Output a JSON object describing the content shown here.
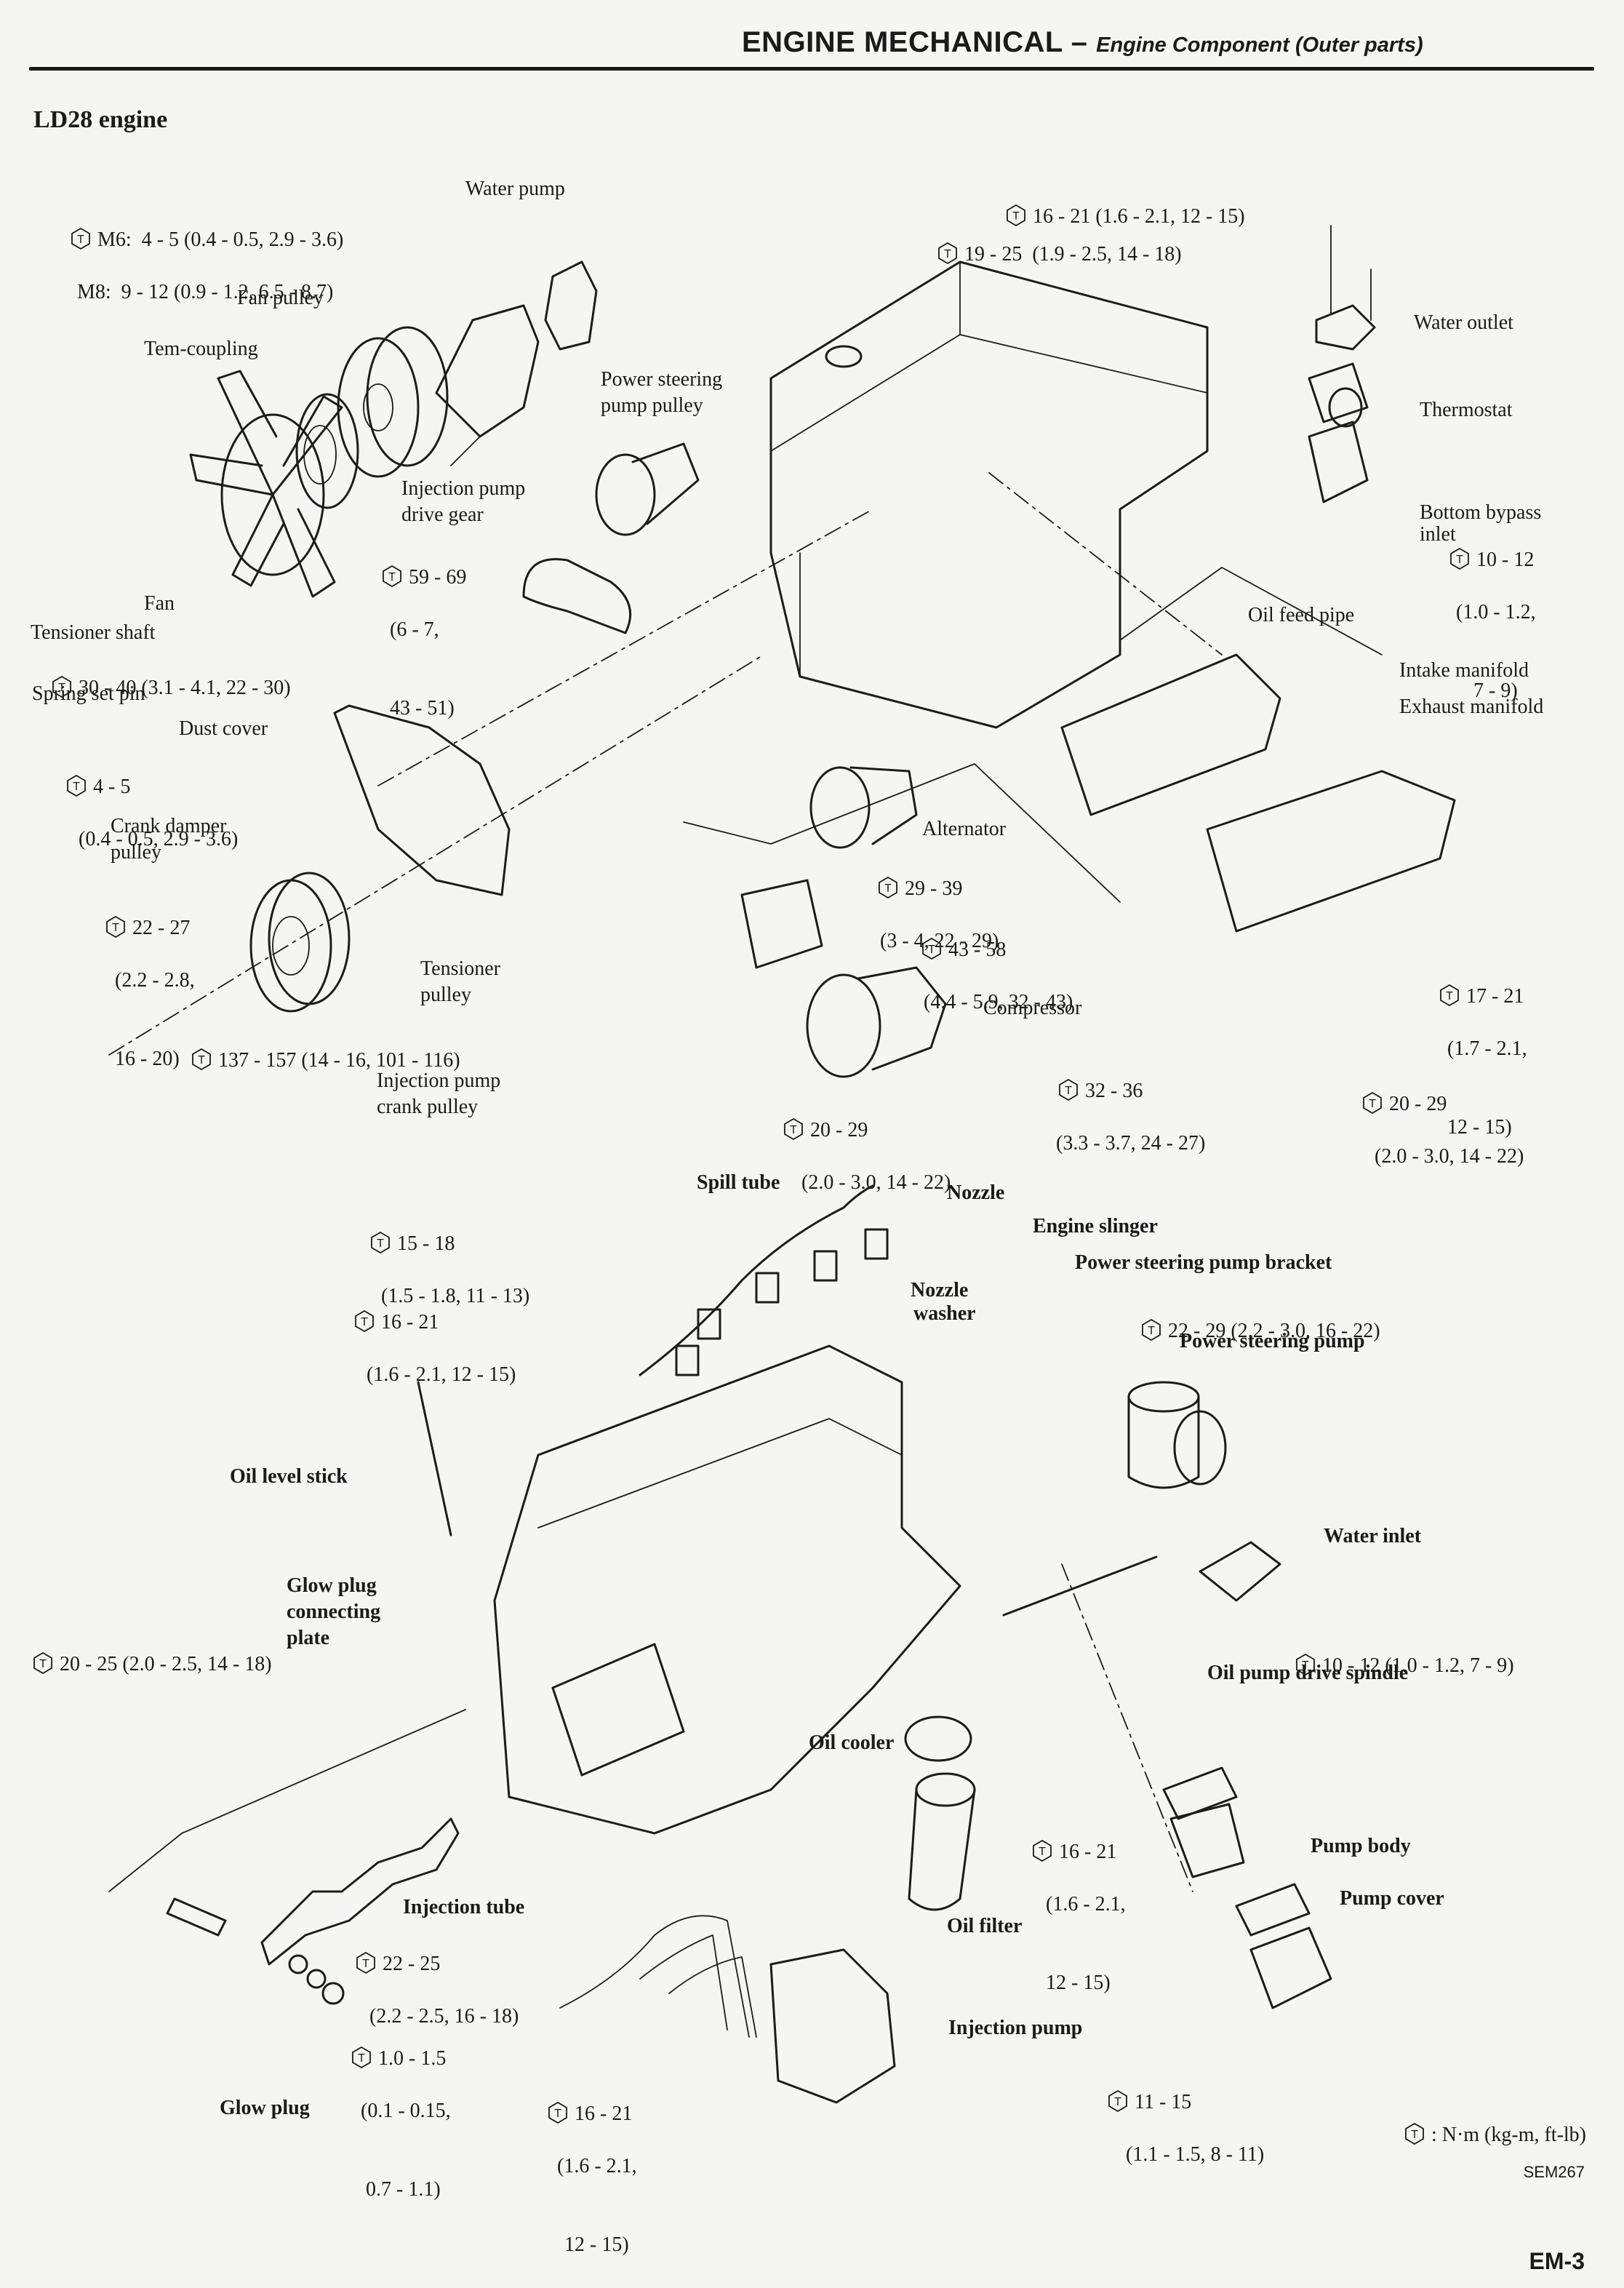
{
  "header": {
    "title": "ENGINE MECHANICAL",
    "separator": " – ",
    "subtitle": "Engine Component (Outer parts)"
  },
  "section_title": "LD28 engine",
  "legend": {
    "icon": "torque-hex-icon",
    "text": ": N·m (kg-m, ft-lb)"
  },
  "figure_code": "SEM267",
  "page_number": "EM-3",
  "upper_diagram": {
    "part_labels": {
      "water_pump": "Water pump",
      "fan_pulley": "Fan pulley",
      "tem_coupling": "Tem-coupling",
      "fan": "Fan",
      "power_steering_pump_pulley": [
        "Power steering",
        "pump pulley"
      ],
      "injection_pump_drive_gear": [
        "Injection pump",
        "drive gear"
      ],
      "tensioner_shaft": "Tensioner shaft",
      "spring_set_pin": "Spring set pin",
      "dust_cover": "Dust cover",
      "crank_damper_pulley": [
        "Crank damper",
        "pulley"
      ],
      "tensioner_pulley": [
        "Tensioner",
        "pulley"
      ],
      "injection_pump_crank_pulley": [
        "Injection pump",
        "crank pulley"
      ],
      "water_outlet": "Water outlet",
      "thermostat": "Thermostat",
      "bottom_bypass_inlet": [
        "Bottom bypass",
        "inlet"
      ],
      "oil_feed_pipe": "Oil feed pipe",
      "intake_manifold": "Intake manifold",
      "exhaust_manifold": "Exhaust manifold",
      "alternator": "Alternator",
      "compressor": "Compressor"
    },
    "torque_specs": {
      "water_pump_bolts": [
        "M6:  4 - 5 (0.4 - 0.5, 2.9 - 3.6)",
        "M8:  9 - 12 (0.9 - 1.2, 6.5 - 8.7)"
      ],
      "drive_gear_nut": [
        "59 - 69",
        "(6 - 7,",
        "43 - 51)"
      ],
      "tensioner_shaft": [
        "30 - 40 (3.1 - 4.1, 22 - 30)"
      ],
      "dust_cover_bolt": [
        "4 - 5",
        "(0.4 - 0.5, 2.9 - 3.6)"
      ],
      "crank_damper_bolt": [
        "22 - 27",
        "(2.2 - 2.8,",
        "16 - 20)"
      ],
      "crank_pulley_bolt": [
        "137 - 157 (14 - 16, 101 - 116)"
      ],
      "water_outlet_bolt": [
        "16 - 21 (1.6 - 2.1, 12 - 15)"
      ],
      "head_bolt": [
        "19 - 25  (1.9 - 2.5, 14 - 18)"
      ],
      "bypass_inlet_bolt": [
        "10 - 12",
        "(1.0 - 1.2,",
        "7 - 9)"
      ],
      "alternator_bolt": [
        "29 - 39",
        "(3 - 4, 22 - 29)"
      ],
      "compressor_bracket_bolt": [
        "43 - 58",
        "(4.4 - 5.9, 32 - 43)"
      ],
      "manifold_bolt": [
        "32 - 36",
        "(3.3 - 3.7, 24 - 27)"
      ],
      "compressor_bolt": [
        "20 - 29",
        "(2.0 - 3.0, 14 - 22)"
      ],
      "exhaust_manifold_nut": [
        "17 - 21",
        "(1.7 - 2.1,",
        "12 - 15)"
      ],
      "manifold_bracket_bolt": [
        "20 - 29",
        "(2.0 - 3.0, 14 - 22)"
      ]
    }
  },
  "lower_diagram": {
    "part_labels": {
      "spill_tube": "Spill tube",
      "nozzle": "Nozzle",
      "nozzle_washer": [
        "Nozzle",
        "washer"
      ],
      "engine_slinger": "Engine slinger",
      "power_steering_pump_bracket": "Power steering pump bracket",
      "power_steering_pump": "Power steering pump",
      "oil_level_stick": "Oil level stick",
      "water_inlet": "Water inlet",
      "glow_plug_connecting_plate": [
        "Glow plug",
        "connecting",
        "plate"
      ],
      "oil_pump_drive_spindle": "Oil pump drive spindle",
      "oil_cooler": "Oil cooler",
      "pump_body": "Pump body",
      "pump_cover": "Pump cover",
      "oil_filter": "Oil filter",
      "injection_tube": "Injection tube",
      "injection_pump": "Injection pump",
      "glow_plug": "Glow plug"
    },
    "torque_specs": {
      "spill_tube_bolt": [
        "15 - 18",
        "(1.5 - 1.8, 11 - 13)"
      ],
      "nozzle_nut": [
        "16 - 21",
        "(1.6 - 2.1, 12 - 15)"
      ],
      "ps_bracket_bolt": [
        "22 - 29 (2.2 - 3.0, 16 - 22)"
      ],
      "water_inlet_bolt": [
        "10 - 12 (1.0 - 1.2, 7 - 9)"
      ],
      "glow_plug": [
        "20 - 25 (2.0 - 2.5, 14 - 18)"
      ],
      "oil_cooler_bolt": [
        "16 - 21",
        "(1.6 - 2.1,",
        "12 - 15)"
      ],
      "connecting_plate_nut": [
        "22 - 25",
        "(2.2 - 2.5, 16 - 18)"
      ],
      "glow_plug_nut": [
        "1.0 - 1.5",
        "(0.1 - 0.15,",
        " 0.7 - 1.1)"
      ],
      "injection_tube_nut": [
        "16 - 21",
        "(1.6 - 2.1,",
        "12 - 15)"
      ],
      "oil_pump_bolt": [
        "11 - 15",
        "(1.1 - 1.5, 8 - 11)"
      ]
    }
  }
}
